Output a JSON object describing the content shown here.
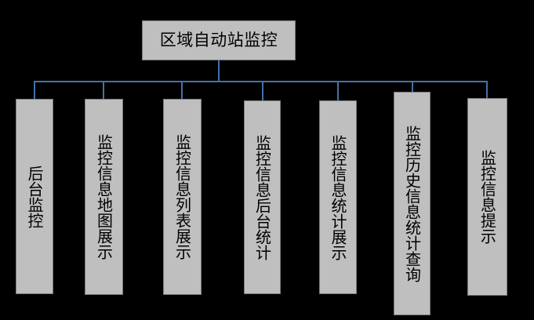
{
  "diagram": {
    "type": "hierarchy-tree",
    "title": "区域自动站监控",
    "background_color": "#000000",
    "node_fill_color": "#bfbfbf",
    "node_border_color": "#7a7a7a",
    "connector_color": "#4472a8",
    "root": {
      "label": "区域自动站监控",
      "orientation": "horizontal"
    },
    "children": [
      {
        "label": "后台监控",
        "orientation": "vertical",
        "char_count": 4
      },
      {
        "label": "监控信息地图展示",
        "orientation": "vertical",
        "char_count": 8
      },
      {
        "label": "监控信息列表展示",
        "orientation": "vertical",
        "char_count": 8
      },
      {
        "label": "监控信息后台统计",
        "orientation": "vertical",
        "char_count": 8
      },
      {
        "label": "监控信息统计展示",
        "orientation": "vertical",
        "char_count": 8
      },
      {
        "label": "监控历史信息统计查询",
        "orientation": "vertical",
        "char_count": 10
      },
      {
        "label": "监控信息提示",
        "orientation": "vertical",
        "char_count": 6
      }
    ]
  }
}
